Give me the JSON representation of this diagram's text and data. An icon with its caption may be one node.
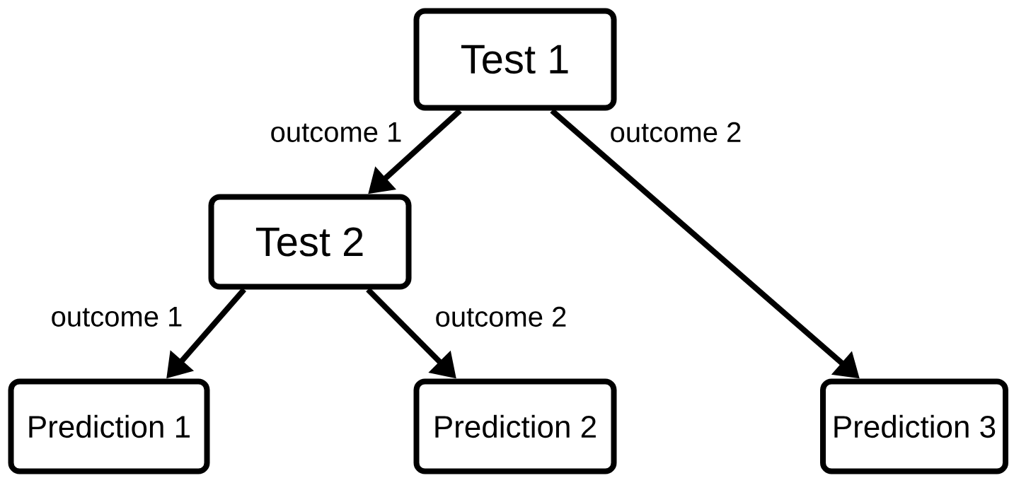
{
  "diagram": {
    "nodes": [
      {
        "text": [
          "Test 1"
        ]
      },
      {
        "text": [
          "Test 2"
        ]
      },
      {
        "text": [
          "Prediction 1"
        ]
      },
      {
        "text": [
          "Prediction 2"
        ]
      },
      {
        "text": [
          "Prediction 3"
        ]
      }
    ],
    "edges": [
      {
        "from": 0,
        "to": 1,
        "arrow": "to",
        "label": "outcome 1"
      },
      {
        "from": 0,
        "to": 4,
        "arrow": "to",
        "label": "outcome 2"
      },
      {
        "from": 1,
        "to": 2,
        "arrow": "to",
        "label": "outcome 1"
      },
      {
        "from": 1,
        "to": 3,
        "arrow": "to",
        "label": "outcome 2"
      }
    ]
  }
}
